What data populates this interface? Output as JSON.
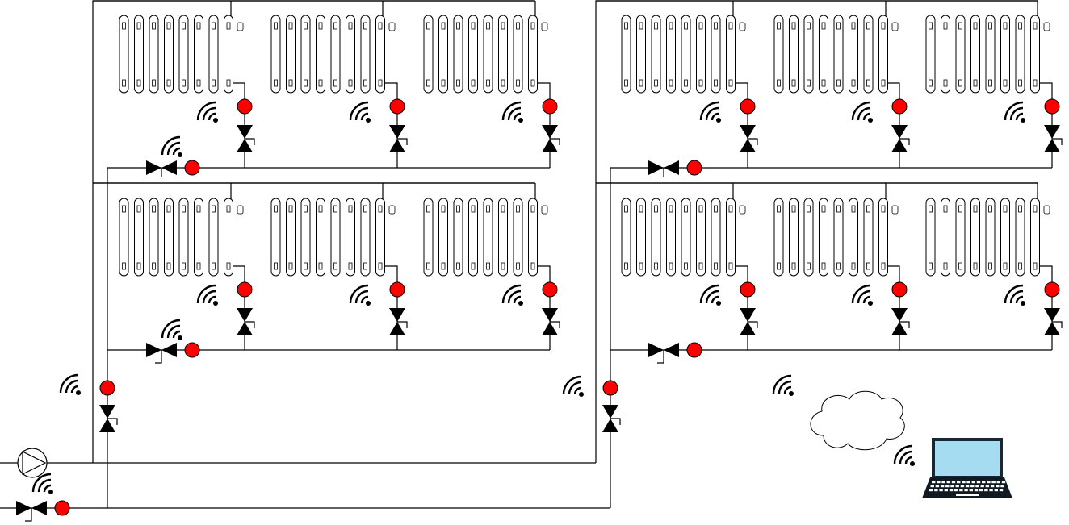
{
  "diagram": {
    "description_labels": [],
    "colors": {
      "pipe": "#000000",
      "sensor": "#ff0000",
      "laptop_screen": "#a6dcf2",
      "laptop_body": "#111a22",
      "background": "#ffffff"
    },
    "components": {
      "radiator_count": 12,
      "radiator_valve_count": 12,
      "zone_valve_count": 4,
      "riser_valve_count": 2,
      "main_valve_count": 1,
      "pump_count": 1,
      "wireless_sensor_icon": "wifi-icon",
      "cloud_icon": "cloud-icon",
      "laptop_icon": "laptop-icon",
      "pump_icon": "pump-icon",
      "valve_icon": "valve-icon",
      "sensor_icon": "temperature-sensor-icon"
    }
  }
}
